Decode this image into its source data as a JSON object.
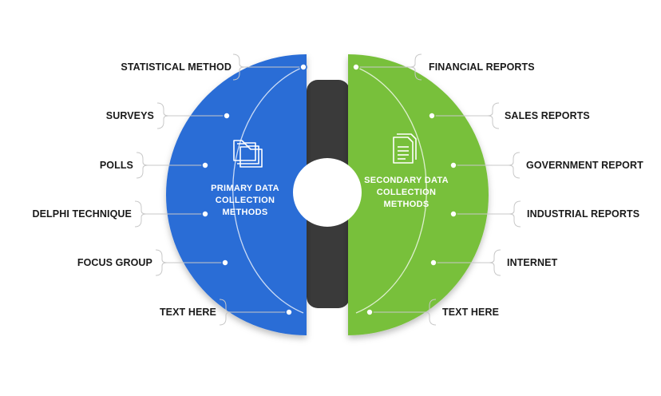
{
  "primary": {
    "title_lines": [
      "PRIMARY DATA",
      "COLLECTION",
      "METHODS"
    ],
    "color": "#2a6dd6",
    "icon": "folder-stack-icon",
    "items": [
      "STATISTICAL METHOD",
      "SURVEYS",
      "POLLS",
      "DELPHI TECHNIQUE",
      "FOCUS GROUP",
      "TEXT HERE"
    ]
  },
  "secondary": {
    "title_lines": [
      "SECONDARY DATA",
      "COLLECTION",
      "METHODS"
    ],
    "color": "#78c03a",
    "icon": "document-icon",
    "items": [
      "FINANCIAL REPORTS",
      "SALES REPORTS",
      "GOVERNMENT REPORT",
      "INDUSTRIAL REPORTS",
      "INTERNET",
      "TEXT HERE"
    ]
  },
  "center_band_color": "#3a3a3a"
}
